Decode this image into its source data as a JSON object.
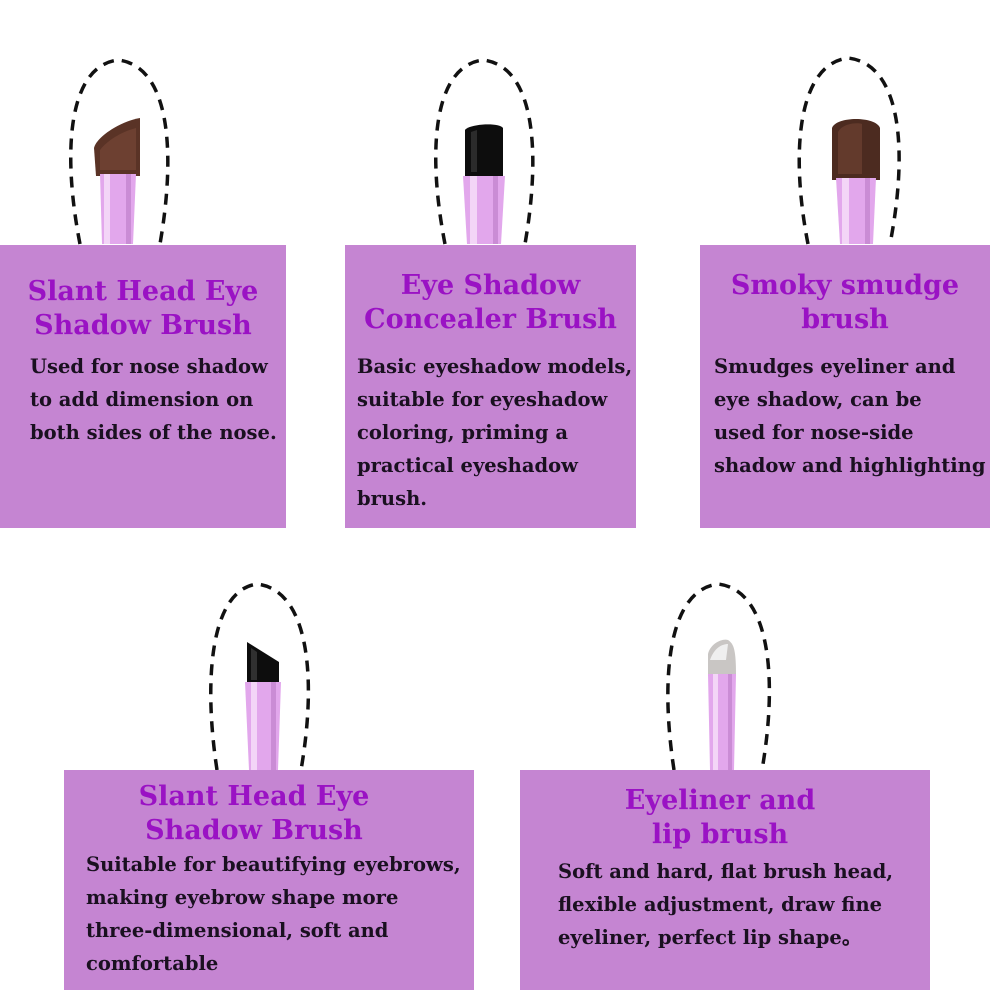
{
  "colors": {
    "card_background": "#c585d2",
    "title_text": "#9a12c4",
    "body_text": "#1a1020",
    "ferrule": "#e2a7ec",
    "dashed_outline": "#111111"
  },
  "cards": [
    {
      "title": "Slant Head Eye\nShadow Brush",
      "description": "Used for nose shadow\nto add dimension on\nboth sides of the nose.",
      "bristle": "brown-slanted",
      "icon": "slant-brush-icon"
    },
    {
      "title": "Eye Shadow\nConcealer Brush",
      "description": "Basic eyeshadow models,\nsuitable for eyeshadow\ncoloring, priming a\npractical eyeshadow\nbrush.",
      "bristle": "black-flat",
      "icon": "flat-brush-icon"
    },
    {
      "title": "Smoky smudge\nbrush",
      "description": "Smudges eyeliner and\neye shadow, can be\nused for nose-side\nshadow and highlighting",
      "bristle": "brown-round",
      "icon": "smudge-brush-icon"
    },
    {
      "title": "Slant Head Eye\nShadow Brush",
      "description": "Suitable for beautifying eyebrows,\nmaking eyebrow shape more\nthree-dimensional, soft and\ncomfortable",
      "bristle": "black-angled",
      "icon": "angled-brush-icon"
    },
    {
      "title": "Eyeliner and\nlip brush",
      "description": "Soft and hard, flat brush head,\nflexible adjustment, draw fine\neyeliner, perfect lip shape。",
      "bristle": "white-tipped",
      "icon": "liner-brush-icon"
    }
  ]
}
